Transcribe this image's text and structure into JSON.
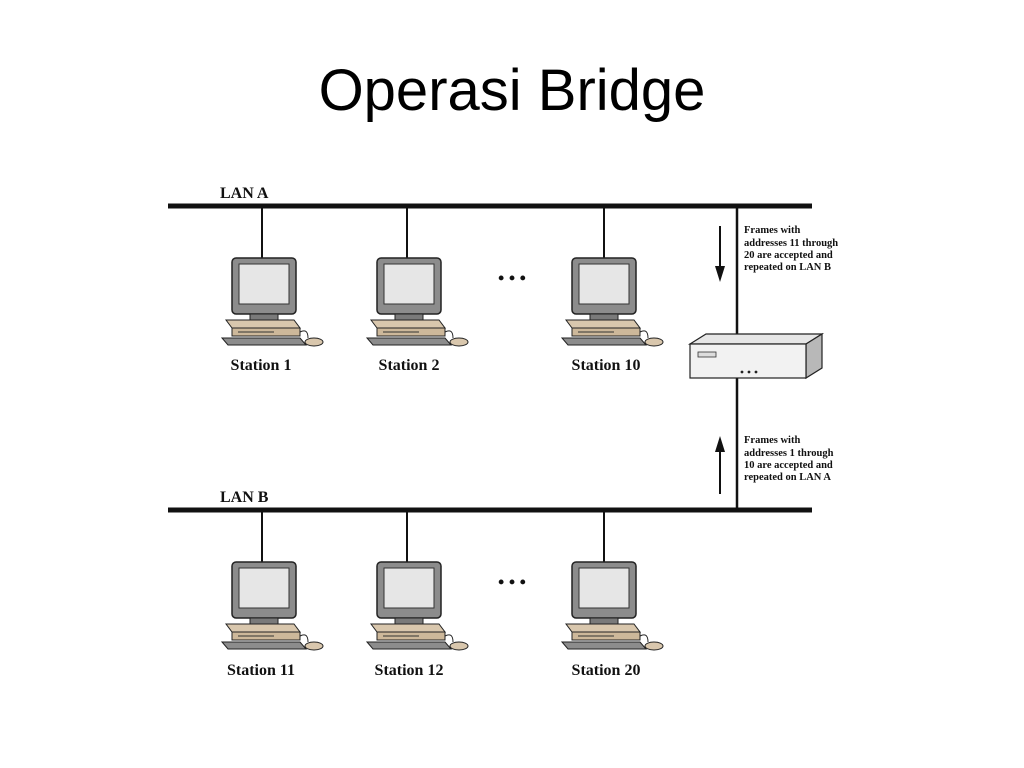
{
  "title": "Operasi Bridge",
  "lan_a": {
    "label": "LAN A",
    "stations": [
      "Station 1",
      "Station 2",
      "Station 10"
    ]
  },
  "lan_b": {
    "label": "LAN B",
    "stations": [
      "Station 11",
      "Station 12",
      "Station 20"
    ]
  },
  "notes": {
    "to_lan_b": [
      "Frames with",
      "addresses 11 through",
      "20 are accepted and",
      "repeated on LAN B"
    ],
    "to_lan_a": [
      "Frames with",
      "addresses 1 through",
      "10 are accepted and",
      "repeated on LAN A"
    ]
  },
  "ellipsis": "• • •"
}
